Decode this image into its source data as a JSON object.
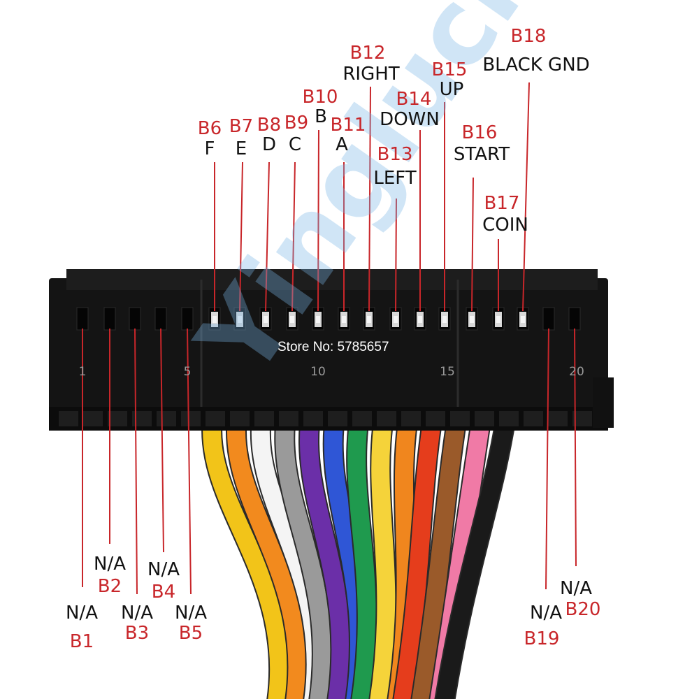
{
  "colors": {
    "pin_id": "#c8262a",
    "pin_function": "#111111",
    "leader_line": "#c8262a",
    "connector_body": "#141414",
    "watermark": "#78b4e6"
  },
  "watermark": "Yinglucky",
  "store_text": "Store No: 5785657",
  "housing_marks": [
    "1",
    "5",
    "10",
    "15",
    "20"
  ],
  "pins": [
    {
      "id": "B1",
      "function": "N/A"
    },
    {
      "id": "B2",
      "function": "N/A"
    },
    {
      "id": "B3",
      "function": "N/A"
    },
    {
      "id": "B4",
      "function": "N/A"
    },
    {
      "id": "B5",
      "function": "N/A"
    },
    {
      "id": "B6",
      "function": "F"
    },
    {
      "id": "B7",
      "function": "E"
    },
    {
      "id": "B8",
      "function": "D"
    },
    {
      "id": "B9",
      "function": "C"
    },
    {
      "id": "B10",
      "function": "B"
    },
    {
      "id": "B11",
      "function": "A"
    },
    {
      "id": "B12",
      "function": "RIGHT"
    },
    {
      "id": "B13",
      "function": "LEFT"
    },
    {
      "id": "B14",
      "function": "DOWN"
    },
    {
      "id": "B15",
      "function": "UP"
    },
    {
      "id": "B16",
      "function": "START"
    },
    {
      "id": "B17",
      "function": "COIN"
    },
    {
      "id": "B18",
      "function": "BLACK GND"
    },
    {
      "id": "B19",
      "function": "N/A"
    },
    {
      "id": "B20",
      "function": "N/A"
    }
  ],
  "wire_colors": [
    "#f2c419",
    "#f28a1e",
    "#f4f4f4",
    "#9a9a9a",
    "#6b2fa8",
    "#2f56d6",
    "#1f9a4e",
    "#f5d33a",
    "#f0861e",
    "#e53d1c",
    "#9a5a2a",
    "#f07aa6",
    "#1a1a1a"
  ]
}
